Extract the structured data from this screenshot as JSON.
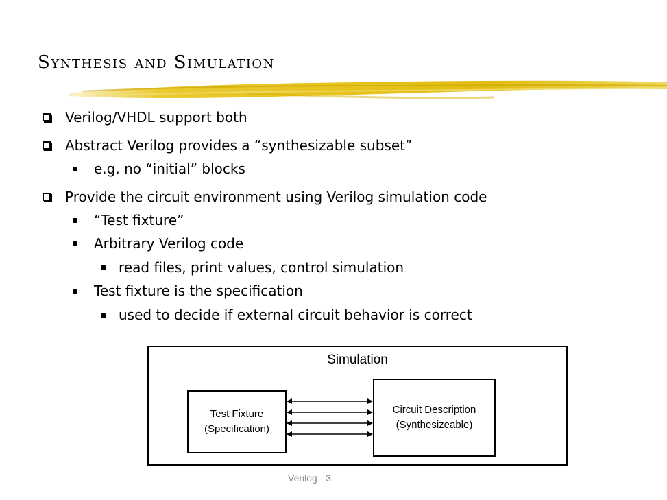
{
  "title": "Synthesis and Simulation",
  "bullets": {
    "b1": "Verilog/VHDL support both",
    "b2": "Abstract Verilog provides a “synthesizable subset”",
    "b3": "e.g.  no “initial” blocks",
    "b4": "Provide the circuit environment using Verilog simulation code",
    "b5": "“Test fixture”",
    "b6": "Arbitrary Verilog code",
    "b7": "read files, print values, control simulation",
    "b8": "Test fixture is the specification",
    "b9": "used to decide if external circuit behavior is correct"
  },
  "diagram": {
    "outer_label": "Simulation",
    "test_fixture": {
      "line1": "Test Fixture",
      "line2": "(Specification)"
    },
    "circuit": {
      "line1": "Circuit Description",
      "line2": "(Synthesizeable)"
    },
    "arrow_count": 4
  },
  "footer": "Verilog - 3",
  "colors": {
    "brush": "#e8c41a",
    "footer": "#888888"
  }
}
